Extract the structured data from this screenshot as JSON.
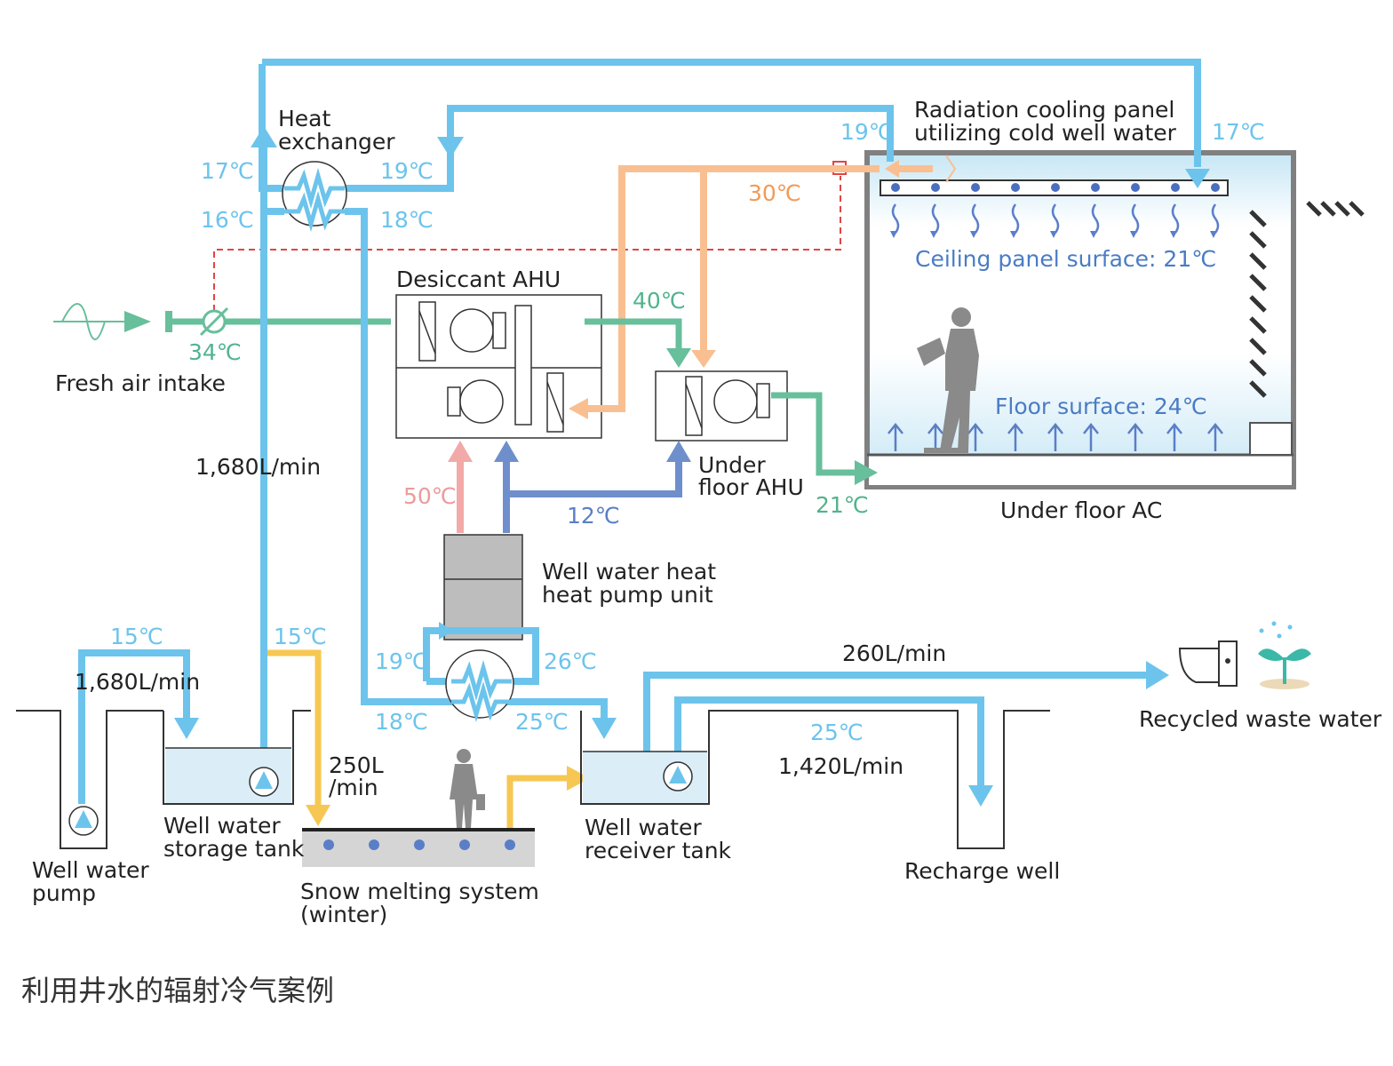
{
  "labels": {
    "heat_exchanger_1": "Heat",
    "heat_exchanger_2": "exchanger",
    "radiation_1": "Radiation cooling panel",
    "radiation_2": "utilizing cold well water",
    "desiccant_ahu": "Desiccant AHU",
    "fresh_air": "Fresh air intake",
    "under_floor_ahu_1": "Under",
    "under_floor_ahu_2": "floor AHU",
    "under_floor_ac": "Under floor AC",
    "heat_pump_1": "Well water heat",
    "heat_pump_2": "heat pump unit",
    "storage_tank_1": "Well water",
    "storage_tank_2": "storage tank",
    "well_pump_1": "Well water",
    "well_pump_2": "pump",
    "snow_1": "Snow melting system",
    "snow_2": "(winter)",
    "receiver_1": "Well water",
    "receiver_2": " receiver tank",
    "recharge": "Recharge well",
    "recycled": "Recycled waste water",
    "ceiling_surface": "Ceiling panel surface: 21℃",
    "floor_surface": "Floor surface: 24℃",
    "caption": "利用井水的辐射冷气案例"
  },
  "temps": {
    "t17_left": "17℃",
    "t19_hx": "19℃",
    "t16": "16℃",
    "t18_hx": "18℃",
    "t19_panel": "19℃",
    "t17_right": "17℃",
    "t30": "30℃",
    "t40": "40℃",
    "t34": "34℃",
    "t50": "50℃",
    "t12": "12℃",
    "t21": "21℃",
    "t15_left": "15℃",
    "t15_right": "15℃",
    "t19_lower": "19℃",
    "t26": "26℃",
    "t18_lower": "18℃",
    "t25_lower": "25℃",
    "t25_right": "25℃"
  },
  "flows": {
    "f1680_main": "1,680L/min",
    "f1680_pump": "1,680L/min",
    "f250_1": "250L",
    "f250_2": "/min",
    "f260": "260L/min",
    "f1420": "1,420L/min"
  },
  "colors": {
    "water": "#6cc4ec",
    "warm": "#f9bf91",
    "air": "#67bf9b",
    "hot": "#f2aaa8",
    "chilled": "#6f8fcc",
    "snow": "#f6c752",
    "room": "#7a7a7a"
  }
}
